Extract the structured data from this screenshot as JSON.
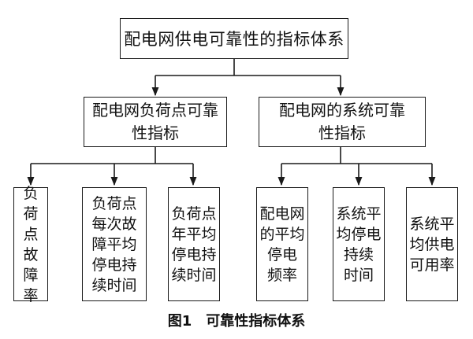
{
  "root": {
    "label": "配电网供电可靠性的指标体系"
  },
  "branches": [
    {
      "label": "配电网负荷点可靠性指标",
      "lines": [
        "配电网负荷点可靠",
        "性指标"
      ],
      "children": [
        {
          "label": "负荷点故障率",
          "lines": [
            "负",
            "荷",
            "点",
            "故",
            "障",
            "率"
          ]
        },
        {
          "label": "负荷点每次故障平均停电持续时间",
          "lines": [
            "负荷点",
            "每次故",
            "障平均",
            "停电持",
            "续时间"
          ]
        },
        {
          "label": "负荷点年平均停电持续时间",
          "lines": [
            "负荷点",
            "年平均",
            "停电持",
            "续时间"
          ]
        }
      ]
    },
    {
      "label": "配电网的系统可靠性指标",
      "lines": [
        "配电网的系统可靠",
        "性指标"
      ],
      "children": [
        {
          "label": "配电网的平均停电频率",
          "lines": [
            "配电网",
            "的平均",
            "停电",
            "频率"
          ]
        },
        {
          "label": "系统平均停电持续时间",
          "lines": [
            "系统平",
            "均停电",
            "持续",
            "时间"
          ]
        },
        {
          "label": "系统平均供电可用率",
          "lines": [
            "系统平",
            "均供电",
            "可用率"
          ]
        }
      ]
    }
  ],
  "caption": "图1　可靠性指标体系"
}
